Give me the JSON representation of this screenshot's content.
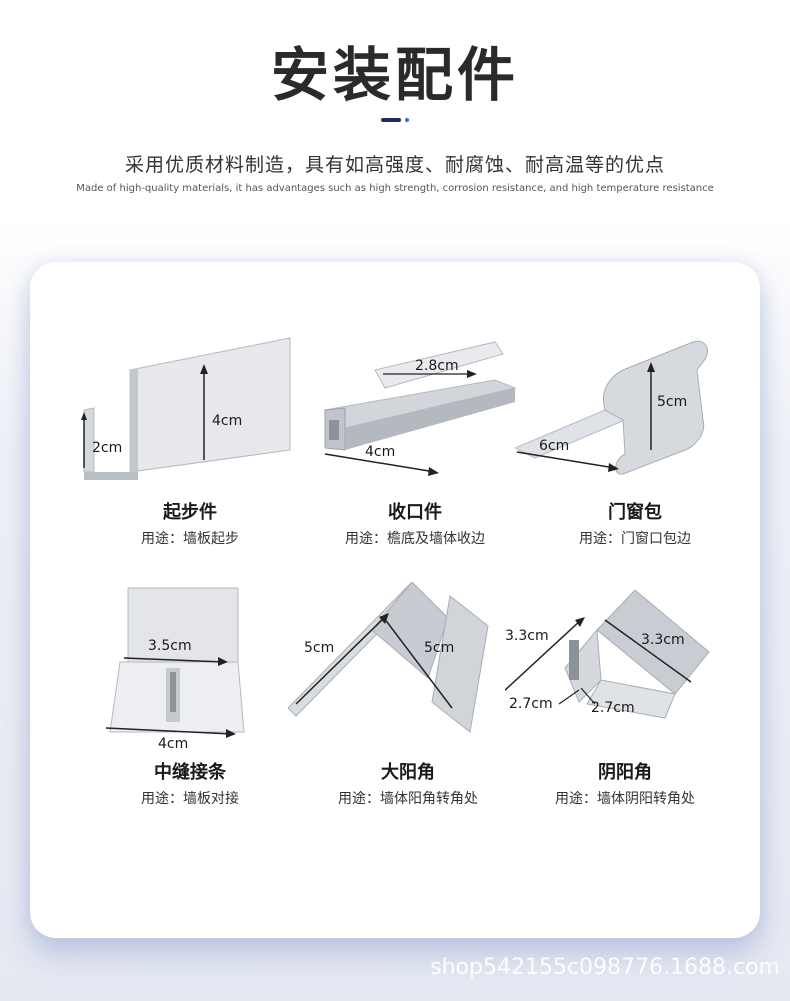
{
  "header": {
    "title": "安装配件",
    "subtitle": "采用优质材料制造，具有如高强度、耐腐蚀、耐高温等的优点",
    "subtitle_en": "Made of high-quality materials, it has advantages such as high strength, corrosion resistance, and high temperature resistance"
  },
  "items": [
    {
      "name": "起步件",
      "usage": "用途：墙板起步",
      "dims": [
        "2cm",
        "4cm"
      ]
    },
    {
      "name": "收口件",
      "usage": "用途：檐底及墙体收边",
      "dims": [
        "2.8cm",
        "4cm"
      ]
    },
    {
      "name": "门窗包",
      "usage": "用途：门窗口包边",
      "dims": [
        "5cm",
        "6cm"
      ]
    },
    {
      "name": "中缝接条",
      "usage": "用途：墙板对接",
      "dims": [
        "3.5cm",
        "4cm"
      ]
    },
    {
      "name": "大阳角",
      "usage": "用途：墙体阳角转角处",
      "dims": [
        "5cm",
        "5cm"
      ]
    },
    {
      "name": "阴阳角",
      "usage": "用途：墙体阴阳转角处",
      "dims": [
        "3.3cm",
        "3.3cm",
        "2.7cm",
        "2.7cm"
      ]
    }
  ],
  "watermark": "shop542155c098776.1688.com",
  "colors": {
    "metal_light": "#e4e6ea",
    "metal_mid": "#c9ccd2",
    "metal_dark": "#a9adb4",
    "accent": "#1f2f5c"
  }
}
